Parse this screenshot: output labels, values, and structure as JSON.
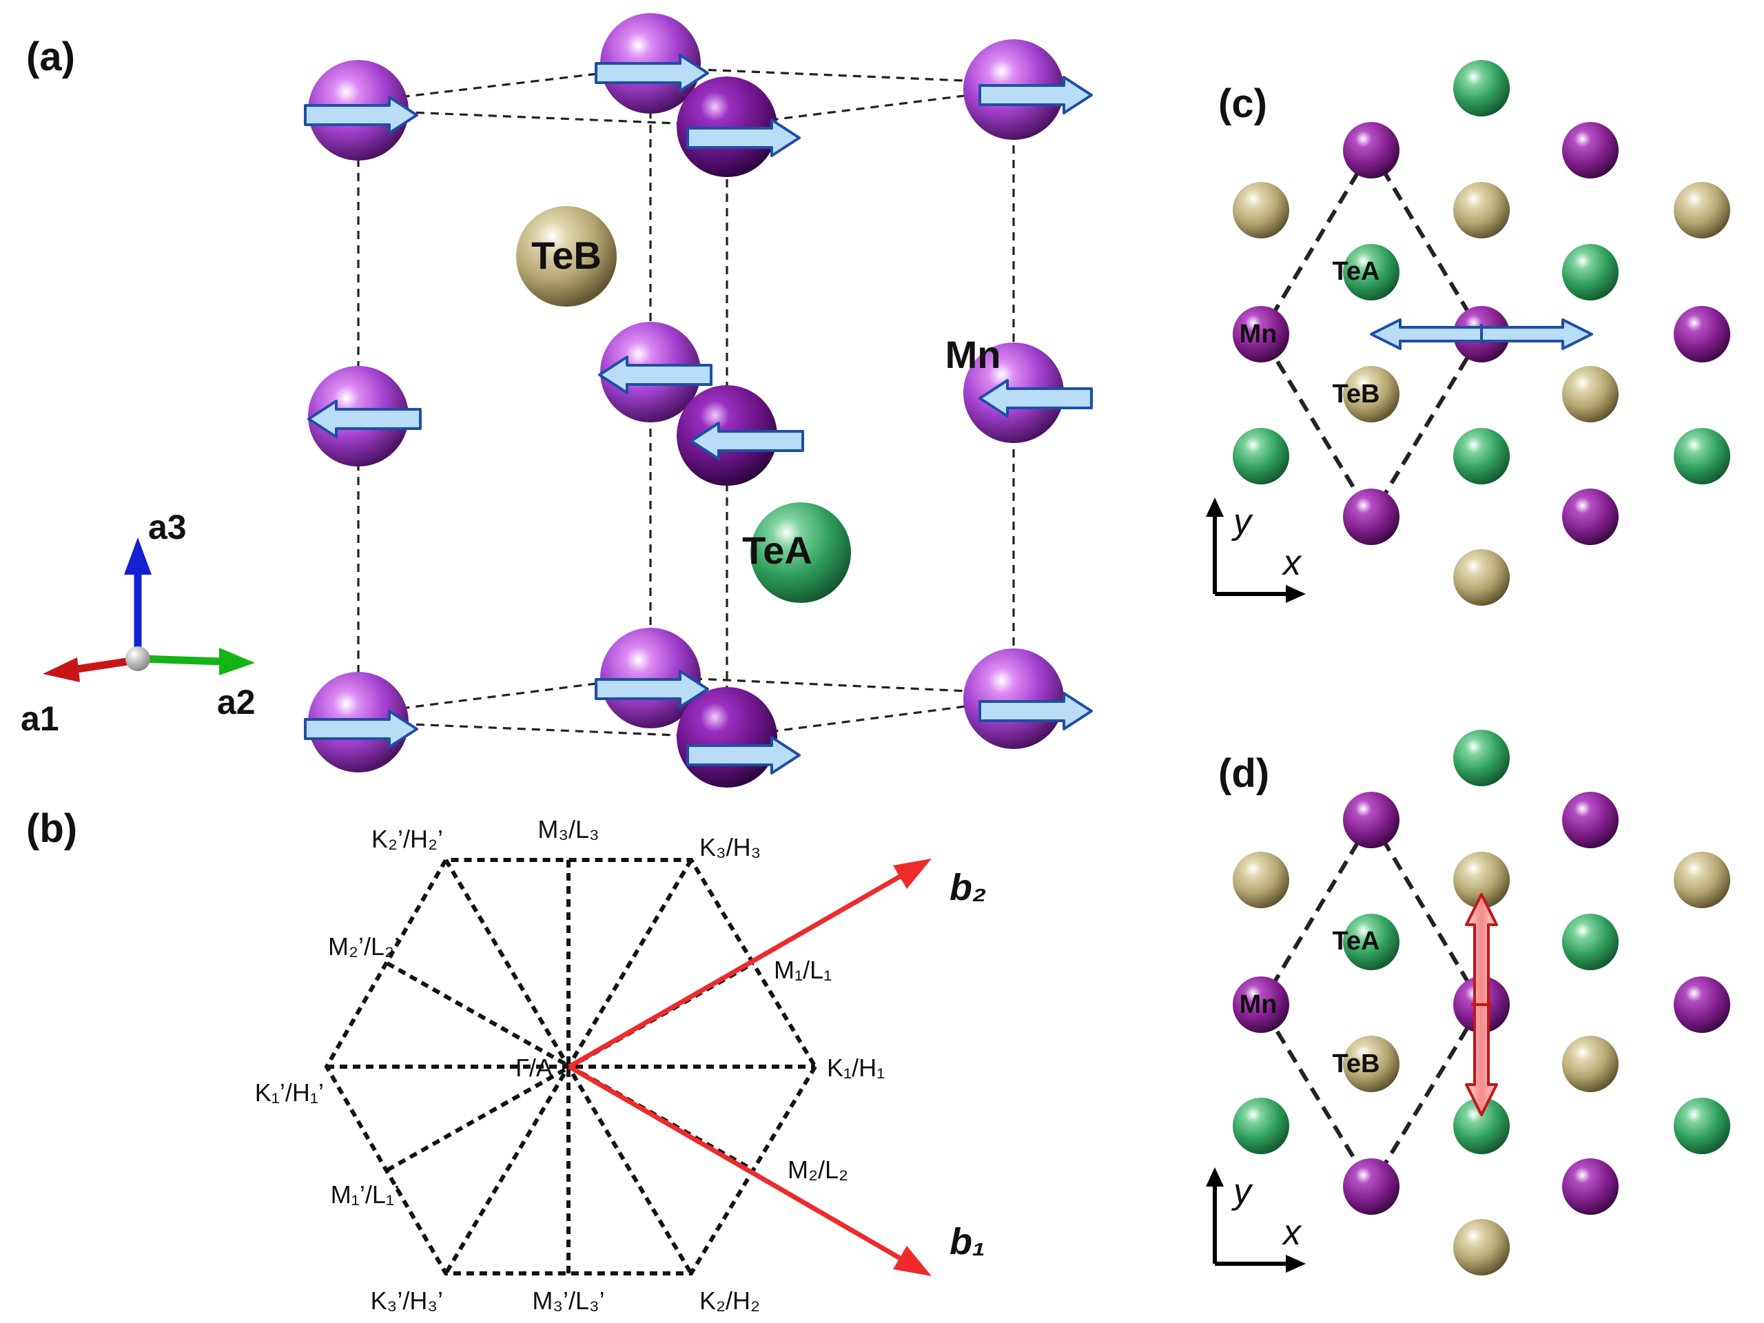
{
  "panels": {
    "a": "(a)",
    "b": "(b)",
    "c": "(c)",
    "d": "(d)"
  },
  "atoms_a": {
    "teb": "TeB",
    "tea": "TeA",
    "mn": "Mn"
  },
  "axes_a": {
    "a1": "a1",
    "a2": "a2",
    "a3": "a3"
  },
  "bz": {
    "center": "Γ/A",
    "k1": "K₁/H₁",
    "k2": "K₂/H₂",
    "k3": "K₃/H₃",
    "k1p": "K₁’/H₁’",
    "k2p": "K₂’/H₂’",
    "k3p": "K₃’/H₃’",
    "m1": "M₁/L₁",
    "m2": "M₂/L₂",
    "m3": "M₃/L₃",
    "m1p": "M₁’/L₁’",
    "m2p": "M₂’/L₂’",
    "m3p": "M₃’/L₃’",
    "b1": "b₁",
    "b2": "b₂"
  },
  "topview": {
    "tea": "TeA",
    "teb": "TeB",
    "mn": "Mn",
    "x": "x",
    "y": "y"
  },
  "colors": {
    "mn": "#8e2aa0",
    "mn_light": "#b04fd8",
    "tea": "#2e9e58",
    "teb": "#b9ab78",
    "spin_fill": "#b9dcf7",
    "spin_stroke": "#1f4ea3",
    "vector_red": "#ee2a2a",
    "axis_a1": "#c81414",
    "axis_a2": "#14b414",
    "axis_a3": "#1420d4"
  }
}
